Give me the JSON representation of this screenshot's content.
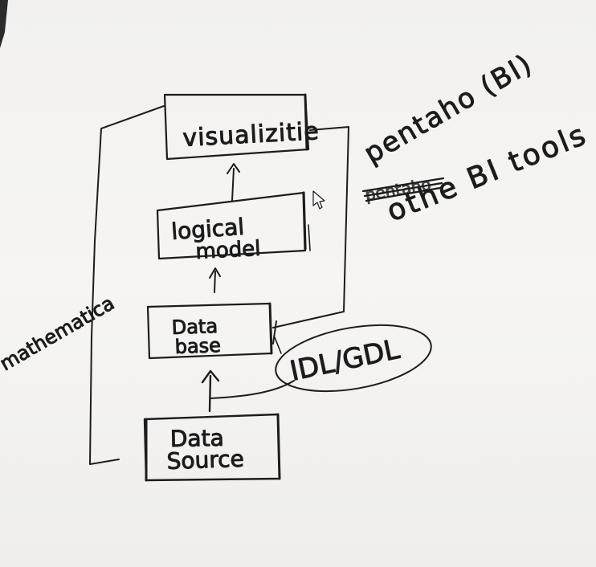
{
  "diagram": {
    "nodes": {
      "visualization": "visualizitie",
      "logical_model_line1": "logical",
      "logical_model_line2": "model",
      "database_line1": "Data",
      "database_line2": "base",
      "data_source_line1": "Data",
      "data_source_line2": "Source",
      "idl_gdl": "IDL/GDL"
    },
    "annotations": {
      "mathematica": "mathematica",
      "pentaho": "pentaho (BI)",
      "struck_word": "pentaho",
      "other_bi_tools": "othe BI tools"
    },
    "colors": {
      "ink": "#1c1c1c",
      "paper": "#f4f3f1"
    }
  }
}
